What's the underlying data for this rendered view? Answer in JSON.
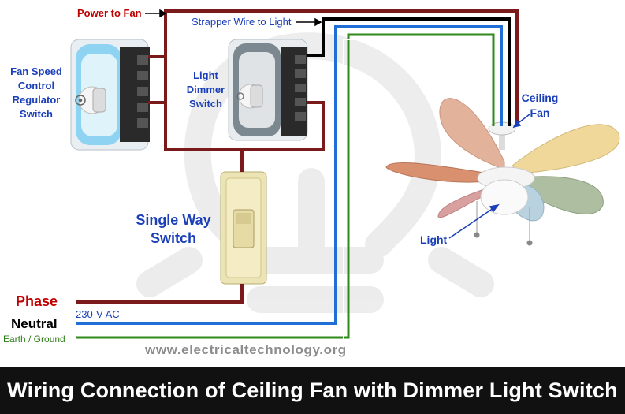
{
  "title": "Wiring Connection of Ceiling Fan with Dimmer Light Switch",
  "watermark": "www.electricaltechnology.org",
  "labels": {
    "power_to_fan": "Power to Fan",
    "strapper": "Strapper Wire to Light",
    "fan_regulator": [
      "Fan Speed",
      "Control",
      "Regulator",
      "Switch"
    ],
    "light_dimmer": [
      "Light",
      "Dimmer",
      "Switch"
    ],
    "single_way": [
      "Single Way",
      "Switch"
    ],
    "ceiling_fan": [
      "Ceiling",
      "Fan"
    ],
    "light": "Light",
    "phase": "Phase",
    "neutral": "Neutral",
    "earth": "Earth / Ground",
    "voltage": "230-V AC"
  },
  "colors": {
    "phase_wire": "#7a1a1a",
    "neutral_wire": "#1f6fd6",
    "earth_wire": "#2f8a1a",
    "strapper_wire": "#000000",
    "label_blue": "#1a3fb8",
    "label_red": "#c00000"
  },
  "icons": [
    "fan-icon",
    "lamp-icon",
    "bulb-watermark"
  ]
}
